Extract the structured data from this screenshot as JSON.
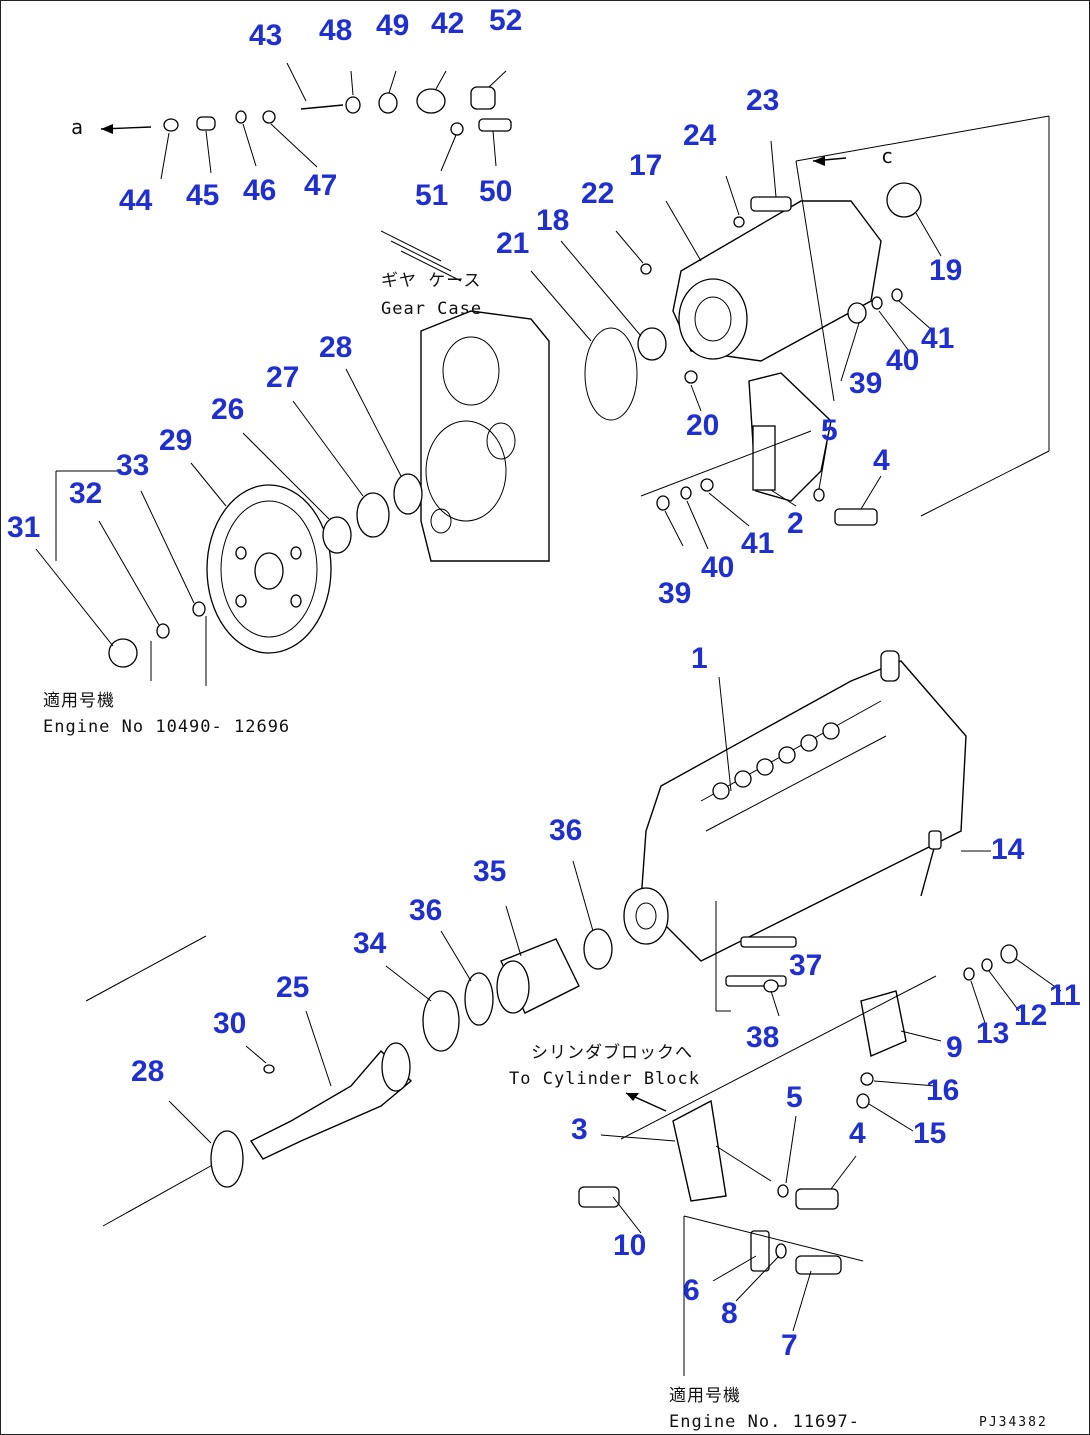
{
  "callouts": {
    "n1": "1",
    "n2": "2",
    "n3": "3",
    "n4a": "4",
    "n4b": "4",
    "n5a": "5",
    "n5b": "5",
    "n6": "6",
    "n7": "7",
    "n8": "8",
    "n9": "9",
    "n10": "10",
    "n11": "11",
    "n12": "12",
    "n13": "13",
    "n14": "14",
    "n15": "15",
    "n16": "16",
    "n17": "17",
    "n18": "18",
    "n19": "19",
    "n20": "20",
    "n21": "21",
    "n22": "22",
    "n23": "23",
    "n24": "24",
    "n25": "25",
    "n26": "26",
    "n27": "27",
    "n28a": "28",
    "n28b": "28",
    "n29": "29",
    "n30": "30",
    "n31": "31",
    "n32": "32",
    "n33": "33",
    "n34": "34",
    "n35": "35",
    "n36a": "36",
    "n36b": "36",
    "n37": "37",
    "n38": "38",
    "n39a": "39",
    "n39b": "39",
    "n40a": "40",
    "n40b": "40",
    "n41a": "41",
    "n41b": "41",
    "n42": "42",
    "n43": "43",
    "n44": "44",
    "n45": "45",
    "n46": "46",
    "n47": "47",
    "n48": "48",
    "n49": "49",
    "n50": "50",
    "n51": "51",
    "n52": "52"
  },
  "notes": {
    "gear_case_jp": "ギヤ ケース",
    "gear_case_en": "Gear Case",
    "serial_top_jp": "適用号機",
    "serial_top_en": "Engine No 10490- 12696",
    "to_block_jp": "シリンダブロックへ",
    "to_block_en": "To Cylinder Block",
    "serial_bottom_jp": "適用号機",
    "serial_bottom_en": "Engine No. 11697-",
    "marker_a": "a",
    "marker_c": "c",
    "drawing_code": "PJ34382"
  },
  "colors": {
    "callout": "#1f2fd0",
    "line": "#000000"
  }
}
